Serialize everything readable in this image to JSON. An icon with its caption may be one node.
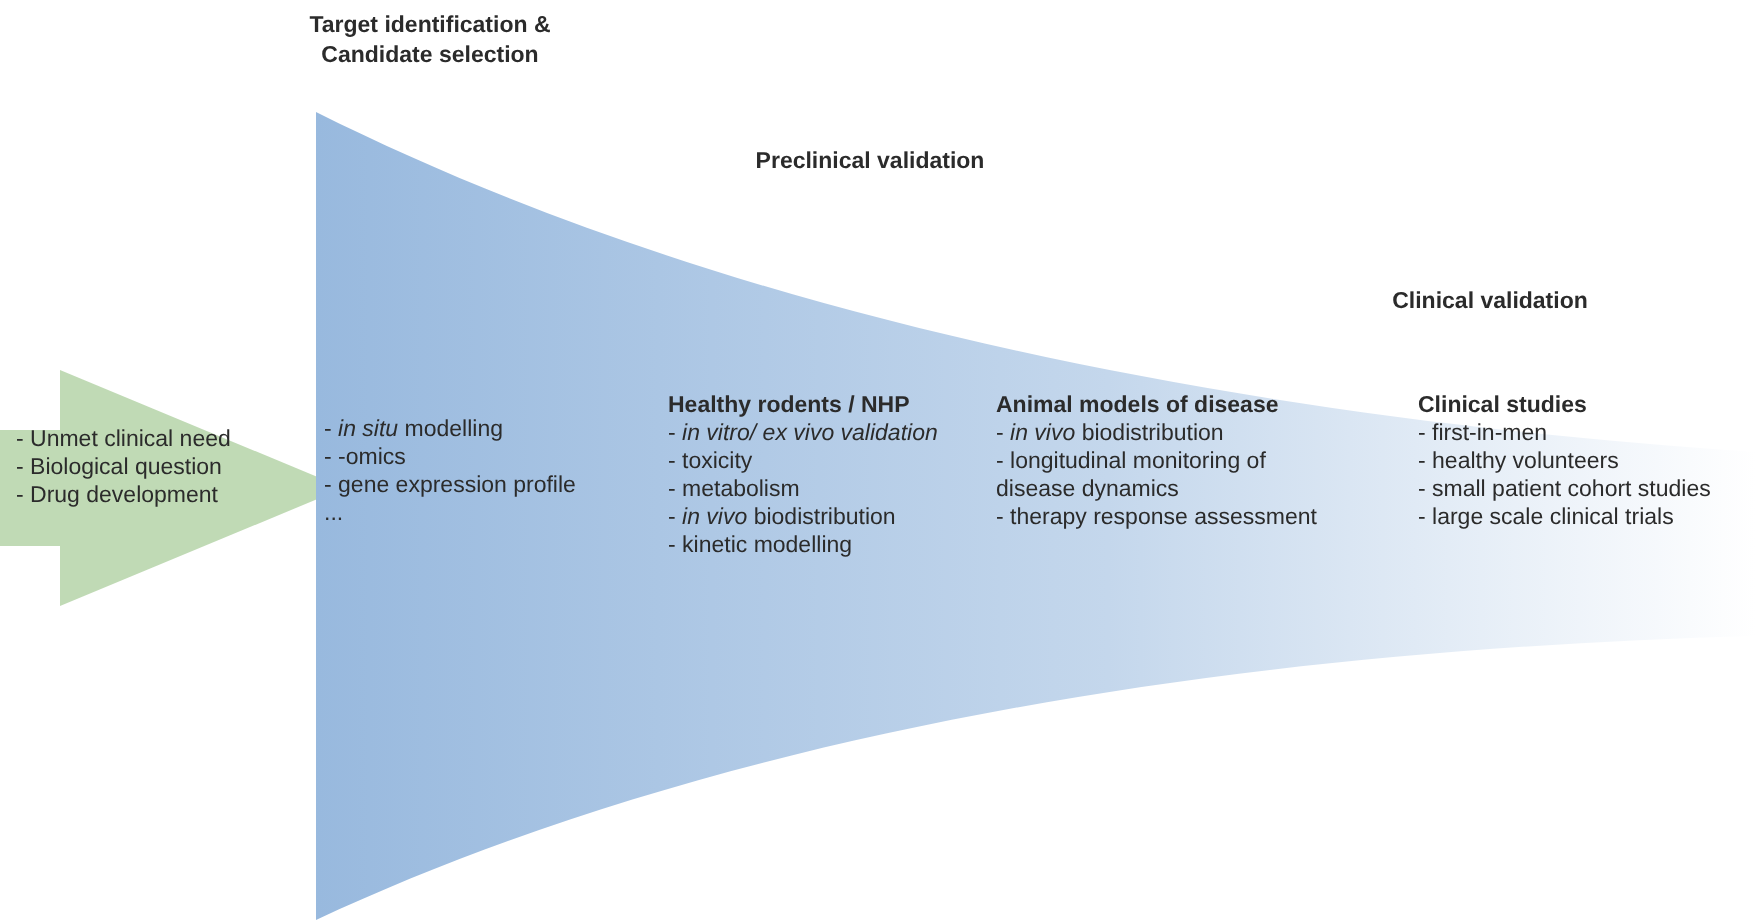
{
  "diagram": {
    "nodes": [
      {
        "text": [
          "- Unmet clinical need",
          "- Biological question",
          "- Drug development"
        ]
      },
      {
        "text": [],
        "shape": "funnel"
      },
      {
        "text": [
          "- *in situ* modelling",
          "- -omics",
          "- gene expression profile",
          "..."
        ],
        "in": 1
      },
      {
        "text": [
          "Healthy rodents / NHP",
          "- *in vitro/ ex vivo validation*",
          "- toxicity",
          "- metabolism",
          "- *in vivo* biodistribution",
          "- kinetic modelling"
        ],
        "in": 1
      },
      {
        "text": [
          "Animal models of disease",
          "- *in vivo* biodistribution",
          "- longitudinal  monitoring of disease dynamics",
          "- therapy response assessment"
        ],
        "in": 1
      },
      {
        "text": [
          "Clinical studies",
          "- first-in-men",
          "- healthy volunteers",
          "- small patient cohort studies",
          "- large scale clinical trials"
        ],
        "in": 1
      }
    ],
    "labels": [
      "Target identification & Candidate selection",
      "Preclinical validation",
      "Clinical validation"
    ]
  }
}
